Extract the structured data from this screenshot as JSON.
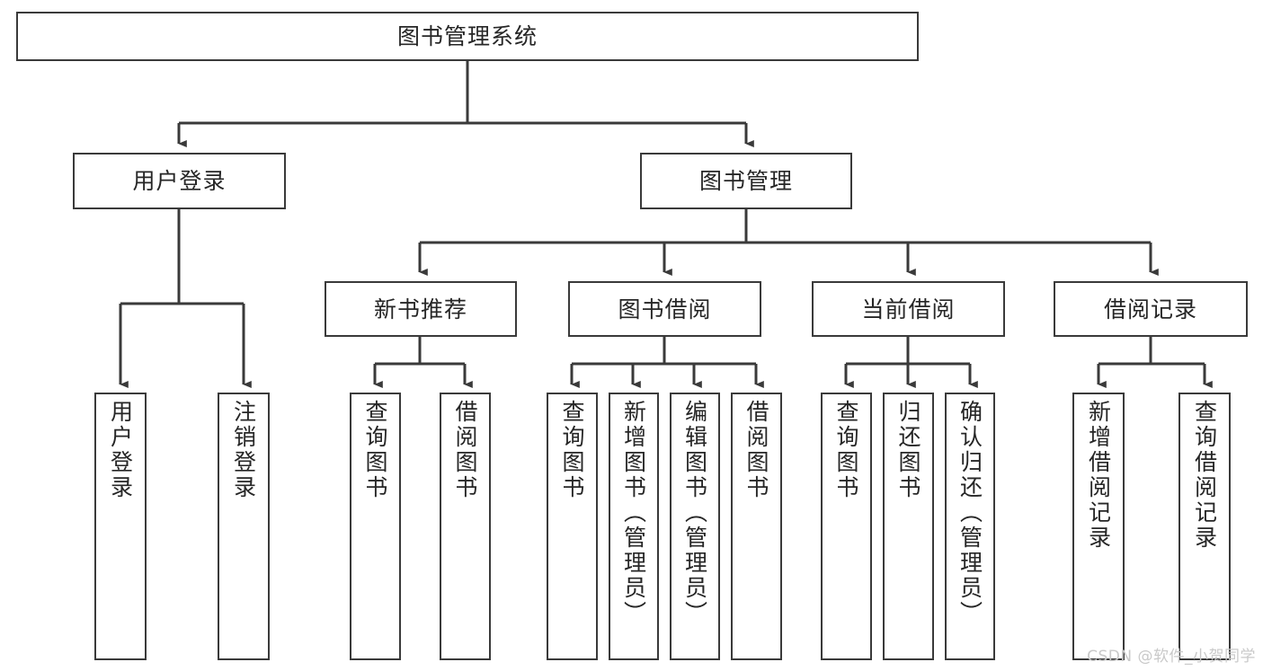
{
  "diagram": {
    "title": "图书管理系统",
    "type": "tree",
    "watermark": "CSDN @软件_小贺同学",
    "colors": {
      "stroke": "#3a3a3a",
      "fill": "#ffffff",
      "text": "#262626",
      "watermark": "#c9c9c9"
    },
    "nodes": {
      "root": {
        "label": "图书管理系统"
      },
      "level2": [
        {
          "id": "user-login",
          "label": "用户登录"
        },
        {
          "id": "book-manage",
          "label": "图书管理"
        }
      ],
      "level3": [
        {
          "id": "new-book-recommend",
          "label": "新书推荐"
        },
        {
          "id": "book-borrow",
          "label": "图书借阅"
        },
        {
          "id": "current-borrow",
          "label": "当前借阅"
        },
        {
          "id": "borrow-record",
          "label": "借阅记录"
        }
      ],
      "leaves": {
        "user-login": [
          {
            "id": "leaf-user-login",
            "label": "用户登录"
          },
          {
            "id": "leaf-logout",
            "label": "注销登录"
          }
        ],
        "new-book-recommend": [
          {
            "id": "leaf-query-book-1",
            "label": "查询图书"
          },
          {
            "id": "leaf-borrow-book-1",
            "label": "借阅图书"
          }
        ],
        "book-borrow": [
          {
            "id": "leaf-query-book-2",
            "label": "查询图书"
          },
          {
            "id": "leaf-add-book",
            "label": "新增图书（管理员）"
          },
          {
            "id": "leaf-edit-book",
            "label": "编辑图书（管理员）"
          },
          {
            "id": "leaf-borrow-book-2",
            "label": "借阅图书"
          }
        ],
        "current-borrow": [
          {
            "id": "leaf-query-book-3",
            "label": "查询图书"
          },
          {
            "id": "leaf-return-book",
            "label": "归还图书"
          },
          {
            "id": "leaf-confirm-return",
            "label": "确认归还（管理员）"
          }
        ],
        "borrow-record": [
          {
            "id": "leaf-add-record",
            "label": "新增借阅记录"
          },
          {
            "id": "leaf-query-record",
            "label": "查询借阅记录"
          }
        ]
      }
    },
    "edges": [
      {
        "from": "图书管理系统",
        "to": "用户登录"
      },
      {
        "from": "图书管理系统",
        "to": "图书管理"
      },
      {
        "from": "用户登录",
        "to": "用户登录"
      },
      {
        "from": "用户登录",
        "to": "注销登录"
      },
      {
        "from": "图书管理",
        "to": "新书推荐"
      },
      {
        "from": "图书管理",
        "to": "图书借阅"
      },
      {
        "from": "图书管理",
        "to": "当前借阅"
      },
      {
        "from": "图书管理",
        "to": "借阅记录"
      },
      {
        "from": "新书推荐",
        "to": "查询图书"
      },
      {
        "from": "新书推荐",
        "to": "借阅图书"
      },
      {
        "from": "图书借阅",
        "to": "查询图书"
      },
      {
        "from": "图书借阅",
        "to": "新增图书（管理员）"
      },
      {
        "from": "图书借阅",
        "to": "编辑图书（管理员）"
      },
      {
        "from": "图书借阅",
        "to": "借阅图书"
      },
      {
        "from": "当前借阅",
        "to": "查询图书"
      },
      {
        "from": "当前借阅",
        "to": "归还图书"
      },
      {
        "from": "当前借阅",
        "to": "确认归还（管理员）"
      },
      {
        "from": "借阅记录",
        "to": "新增借阅记录"
      },
      {
        "from": "借阅记录",
        "to": "查询借阅记录"
      }
    ]
  }
}
